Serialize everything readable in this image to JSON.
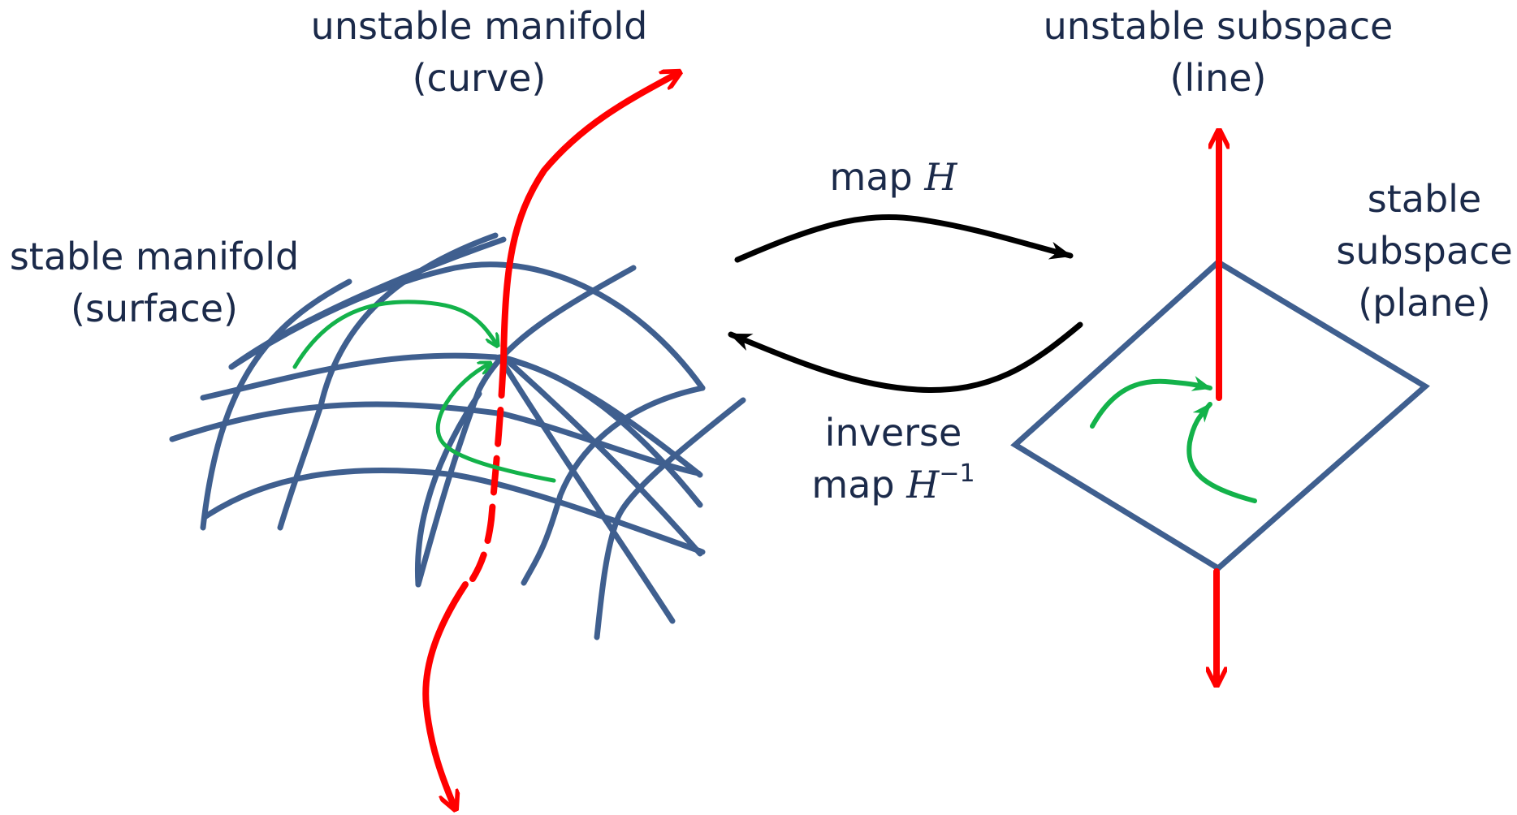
{
  "colors": {
    "label": "#1b2a4a",
    "grid": "#3f5f8f",
    "unstable": "#ff0000",
    "trajectory": "#13b24a",
    "map_arrow": "#000000"
  },
  "labels": {
    "unstable_manifold": {
      "line1": "unstable manifold",
      "line2": "(curve)"
    },
    "stable_manifold": {
      "line1": "stable manifold",
      "line2": "(surface)"
    },
    "unstable_subspace": {
      "line1": "unstable subspace",
      "line2": "(line)"
    },
    "stable_subspace": {
      "line1": "stable",
      "line2": "subspace",
      "line3": "(plane)"
    },
    "map": {
      "prefix": "map ",
      "symbol": "H"
    },
    "inverse_map": {
      "line1": "inverse",
      "prefix": "map ",
      "symbol": "H",
      "exponent": "−1"
    }
  }
}
